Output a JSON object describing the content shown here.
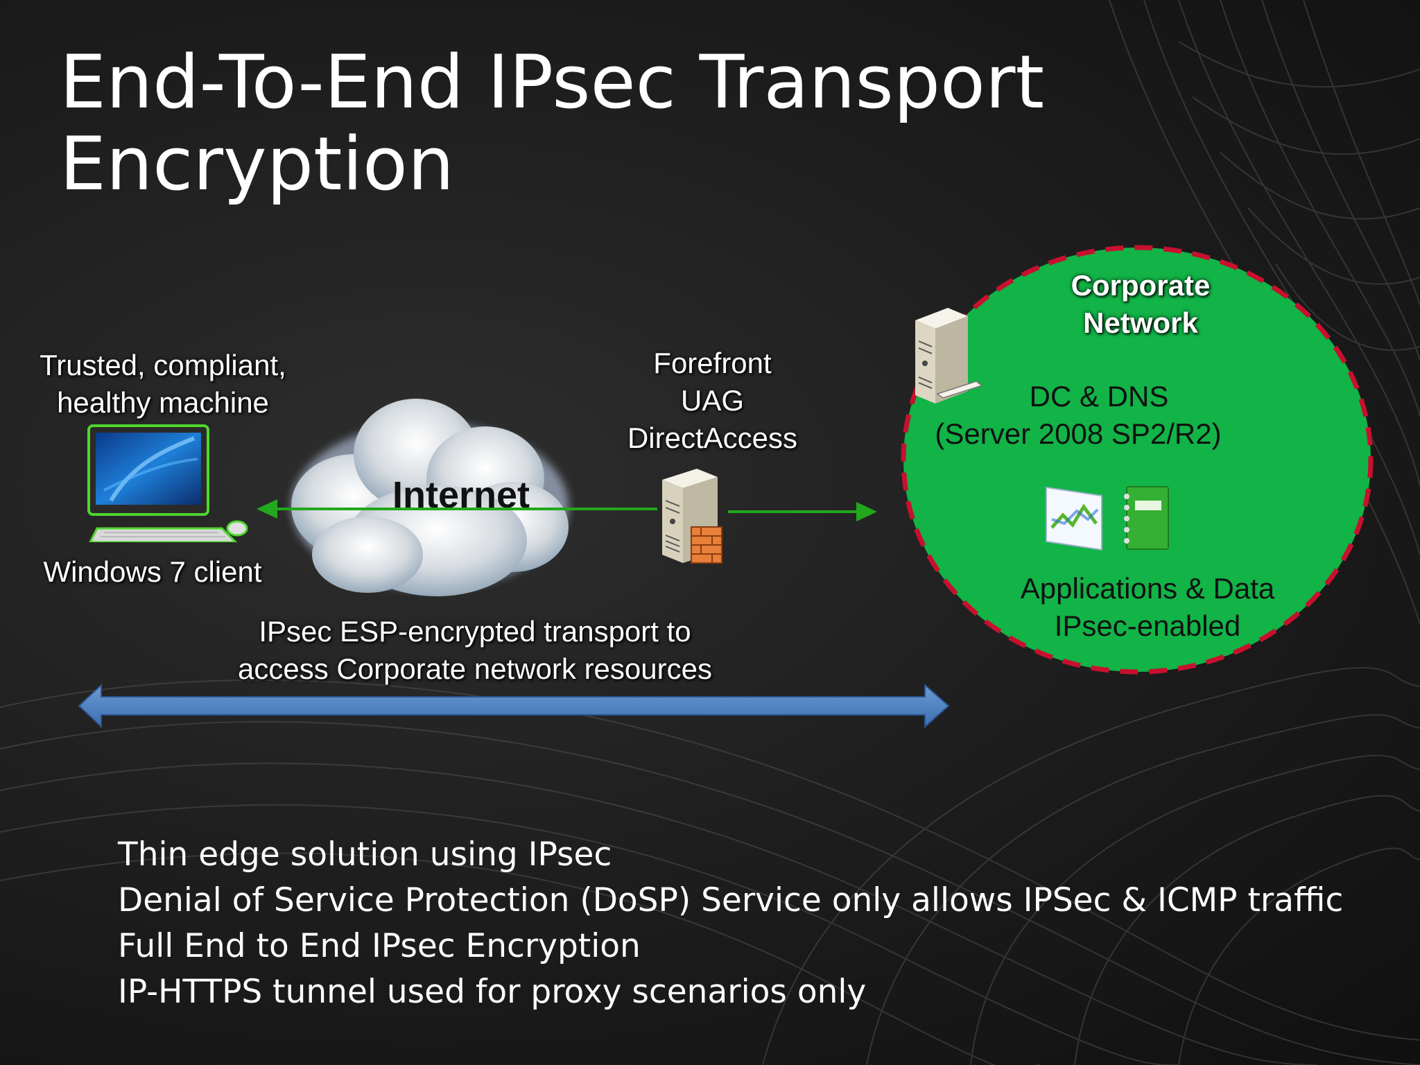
{
  "title": {
    "line1": "End-To-End IPsec Transport",
    "line2": "Encryption"
  },
  "client": {
    "description_line1": "Trusted, compliant,",
    "description_line2": "healthy machine",
    "name": "Windows 7 client"
  },
  "internet": {
    "label": "Internet"
  },
  "gateway": {
    "line1": "Forefront",
    "line2": "UAG",
    "line3": "DirectAccess"
  },
  "corporate": {
    "title_line1": "Corporate",
    "title_line2": "Network",
    "server_line1": "DC & DNS",
    "server_line2": "(Server 2008 SP2/R2)",
    "apps_line1": "Applications & Data",
    "apps_line2": "IPsec-enabled"
  },
  "transport": {
    "line1": "IPsec ESP-encrypted transport to",
    "line2": "access Corporate network resources"
  },
  "bullets": [
    "Thin edge solution using IPsec",
    "Denial of Service Protection (DoSP) Service only allows IPSec & ICMP traffic",
    "Full End to End IPsec Encryption",
    "IP-HTTPS tunnel used for proxy scenarios only"
  ],
  "colors": {
    "corporate_fill": "#12b347",
    "corporate_border": "#c8102e",
    "arrow_green": "#22a81c",
    "arrow_blue": "#4a7ec0"
  },
  "icons": [
    "desktop-computer-icon",
    "cloud-icon",
    "server-firewall-icon",
    "server-icon",
    "chart-icon",
    "notebook-icon"
  ]
}
